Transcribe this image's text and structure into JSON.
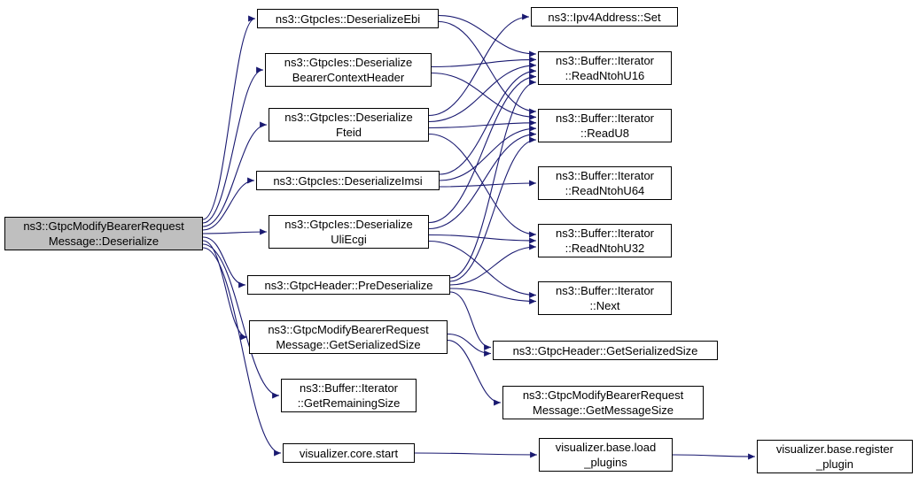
{
  "diagram": {
    "type": "doxygen-call-graph",
    "edge_color": "#191970",
    "node_border_color": "#000000",
    "node_fill": "#ffffff",
    "highlight_fill": "#bfbfbf"
  },
  "nodes": {
    "deserialize": {
      "label": "ns3::GtpcModifyBearerRequest\nMessage::Deserialize",
      "highlighted": true
    },
    "deserialize-ebi": {
      "label": "ns3::GtpcIes::DeserializeEbi"
    },
    "deserialize-bearer-context-header": {
      "label": "ns3::GtpcIes::Deserialize\nBearerContextHeader"
    },
    "deserialize-fteid": {
      "label": "ns3::GtpcIes::Deserialize\nFteid"
    },
    "deserialize-imsi": {
      "label": "ns3::GtpcIes::DeserializeImsi"
    },
    "deserialize-uli-ecgi": {
      "label": "ns3::GtpcIes::Deserialize\nUliEcgi"
    },
    "pre-deserialize": {
      "label": "ns3::GtpcHeader::PreDeserialize"
    },
    "get-serialized-size-msg": {
      "label": "ns3::GtpcModifyBearerRequest\nMessage::GetSerializedSize"
    },
    "get-remaining-size": {
      "label": "ns3::Buffer::Iterator\n::GetRemainingSize"
    },
    "visualizer-core-start": {
      "label": "visualizer.core.start"
    },
    "ipv4-address-set": {
      "label": "ns3::Ipv4Address::Set"
    },
    "read-ntoh-u16": {
      "label": "ns3::Buffer::Iterator\n::ReadNtohU16"
    },
    "read-u8": {
      "label": "ns3::Buffer::Iterator\n::ReadU8"
    },
    "read-ntoh-u64": {
      "label": "ns3::Buffer::Iterator\n::ReadNtohU64"
    },
    "read-ntoh-u32": {
      "label": "ns3::Buffer::Iterator\n::ReadNtohU32"
    },
    "next": {
      "label": "ns3::Buffer::Iterator\n::Next"
    },
    "get-serialized-size-header": {
      "label": "ns3::GtpcHeader::GetSerializedSize"
    },
    "get-message-size": {
      "label": "ns3::GtpcModifyBearerRequest\nMessage::GetMessageSize"
    },
    "load-plugins": {
      "label": "visualizer.base.load\n_plugins"
    },
    "register-plugin": {
      "label": "visualizer.base.register\n_plugin"
    }
  },
  "edges": [
    [
      "deserialize",
      "deserialize-ebi"
    ],
    [
      "deserialize",
      "deserialize-bearer-context-header"
    ],
    [
      "deserialize",
      "deserialize-fteid"
    ],
    [
      "deserialize",
      "deserialize-imsi"
    ],
    [
      "deserialize",
      "deserialize-uli-ecgi"
    ],
    [
      "deserialize",
      "pre-deserialize"
    ],
    [
      "deserialize",
      "get-serialized-size-msg"
    ],
    [
      "deserialize",
      "get-remaining-size"
    ],
    [
      "deserialize",
      "visualizer-core-start"
    ],
    [
      "deserialize-ebi",
      "read-ntoh-u16"
    ],
    [
      "deserialize-ebi",
      "read-u8"
    ],
    [
      "deserialize-bearer-context-header",
      "read-ntoh-u16"
    ],
    [
      "deserialize-bearer-context-header",
      "read-u8"
    ],
    [
      "deserialize-fteid",
      "ipv4-address-set"
    ],
    [
      "deserialize-fteid",
      "read-ntoh-u16"
    ],
    [
      "deserialize-fteid",
      "read-u8"
    ],
    [
      "deserialize-fteid",
      "read-ntoh-u32"
    ],
    [
      "deserialize-imsi",
      "read-ntoh-u16"
    ],
    [
      "deserialize-imsi",
      "read-u8"
    ],
    [
      "deserialize-imsi",
      "read-ntoh-u64"
    ],
    [
      "deserialize-uli-ecgi",
      "read-ntoh-u16"
    ],
    [
      "deserialize-uli-ecgi",
      "read-u8"
    ],
    [
      "deserialize-uli-ecgi",
      "read-ntoh-u32"
    ],
    [
      "deserialize-uli-ecgi",
      "next"
    ],
    [
      "pre-deserialize",
      "read-ntoh-u16"
    ],
    [
      "pre-deserialize",
      "read-u8"
    ],
    [
      "pre-deserialize",
      "read-ntoh-u32"
    ],
    [
      "pre-deserialize",
      "next"
    ],
    [
      "pre-deserialize",
      "get-serialized-size-header"
    ],
    [
      "get-serialized-size-msg",
      "get-serialized-size-header"
    ],
    [
      "get-serialized-size-msg",
      "get-message-size"
    ],
    [
      "visualizer-core-start",
      "load-plugins"
    ],
    [
      "load-plugins",
      "register-plugin"
    ]
  ]
}
